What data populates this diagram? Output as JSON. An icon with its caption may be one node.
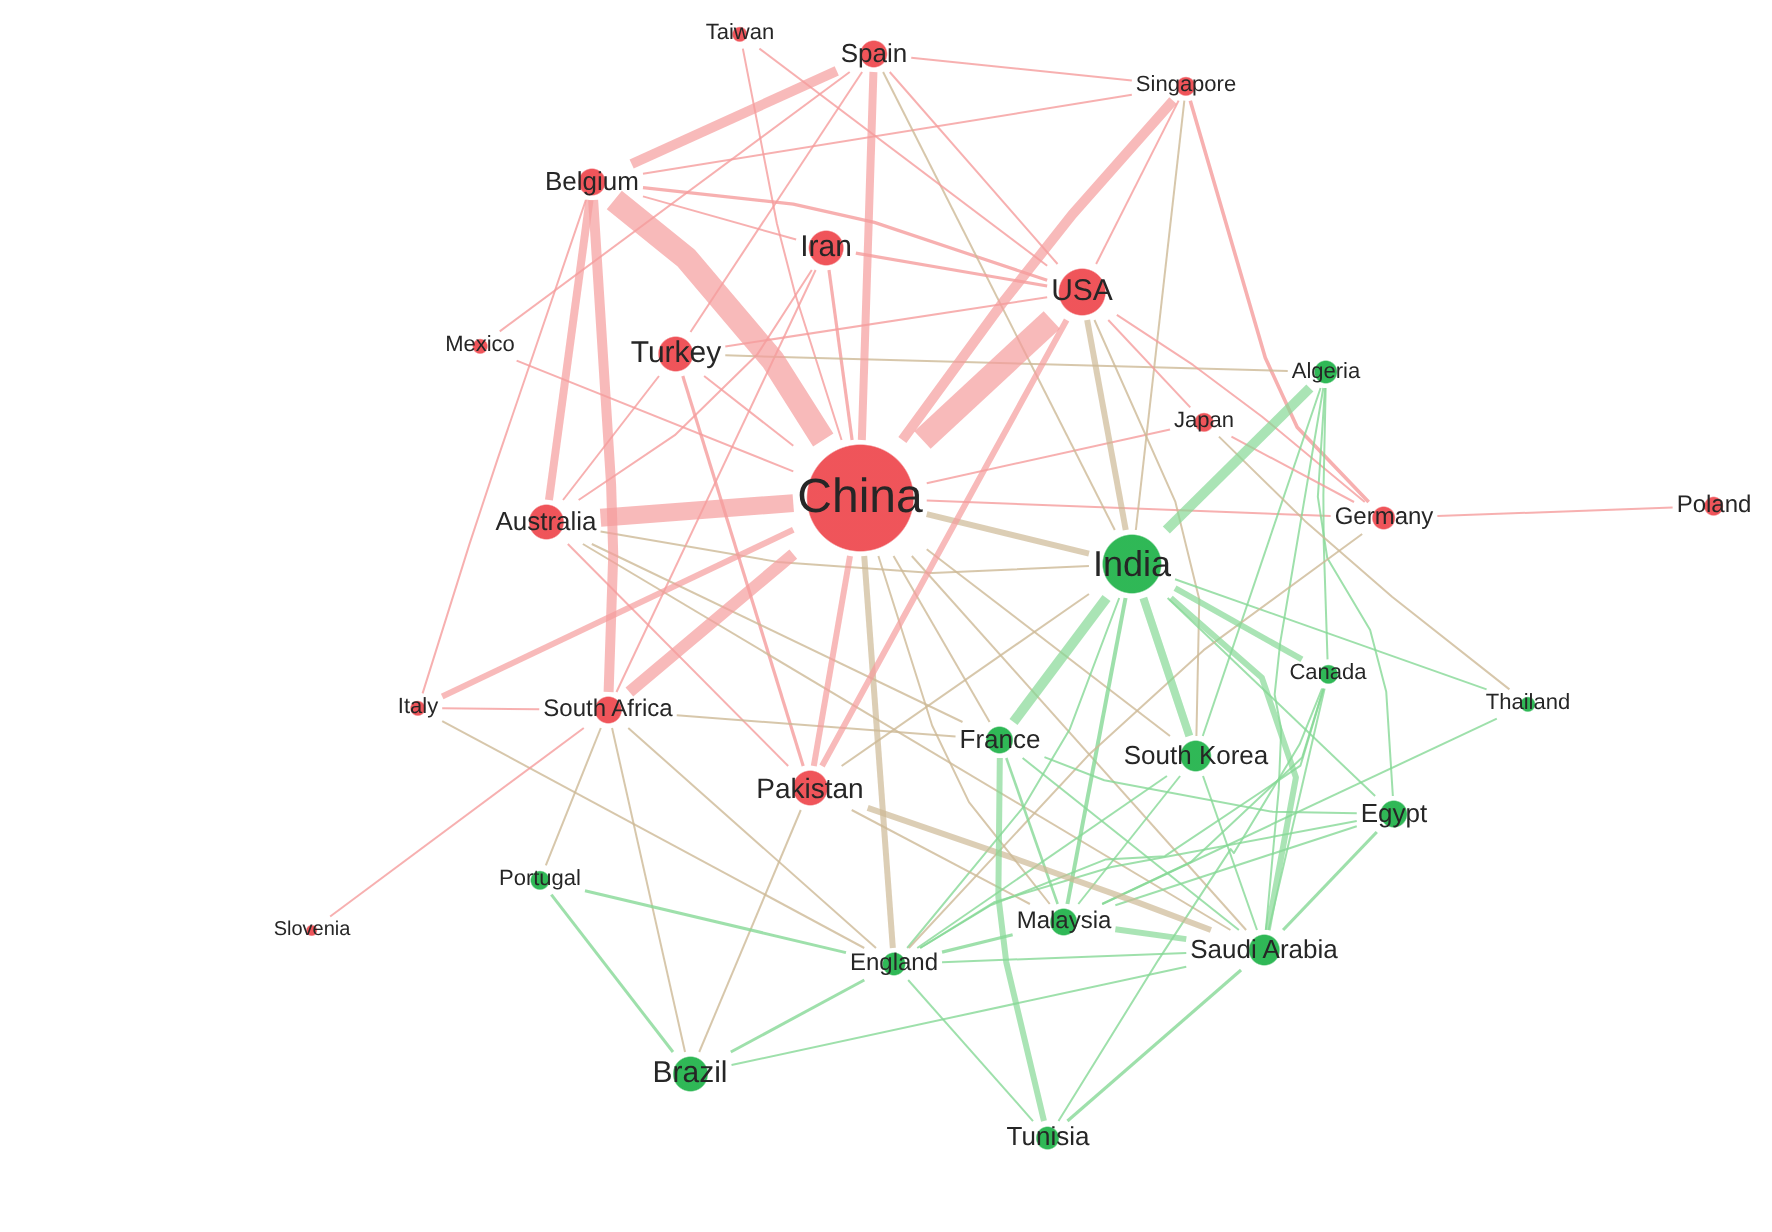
{
  "diagram": {
    "nodes": [
      {
        "text": [
          "Taiwan"
        ]
      },
      {
        "text": [
          "Spain"
        ]
      },
      {
        "text": [
          "Singapore"
        ]
      },
      {
        "text": [
          "Belgium"
        ]
      },
      {
        "text": [
          "Iran"
        ]
      },
      {
        "text": [
          "USA"
        ]
      },
      {
        "text": [
          "Mexico"
        ]
      },
      {
        "text": [
          "Turkey"
        ]
      },
      {
        "text": [
          "Algeria"
        ]
      },
      {
        "text": [
          "Japan"
        ]
      },
      {
        "text": [
          "China"
        ]
      },
      {
        "text": [
          "Poland"
        ]
      },
      {
        "text": [
          "Germany"
        ]
      },
      {
        "text": [
          "Australia"
        ]
      },
      {
        "text": [
          "India"
        ]
      },
      {
        "text": [
          "Canada"
        ]
      },
      {
        "text": [
          "Thailand"
        ]
      },
      {
        "text": [
          "Italy"
        ]
      },
      {
        "text": [
          "South Africa"
        ]
      },
      {
        "text": [
          "France"
        ]
      },
      {
        "text": [
          "South Korea"
        ]
      },
      {
        "text": [
          "Pakistan"
        ]
      },
      {
        "text": [
          "Egypt"
        ]
      },
      {
        "text": [
          "Portugal"
        ]
      },
      {
        "text": [
          "Slovenia"
        ]
      },
      {
        "text": [
          "Malaysia"
        ]
      },
      {
        "text": [
          "Saudi Arabia"
        ]
      },
      {
        "text": [
          "England"
        ]
      },
      {
        "text": [
          "Brazil"
        ]
      },
      {
        "text": [
          "Tunisia"
        ]
      }
    ],
    "edges": [
      {
        "from": 10,
        "to": 3,
        "arrow": "none",
        "style": "thick"
      },
      {
        "from": 10,
        "to": 5,
        "arrow": "none",
        "style": "thick"
      },
      {
        "from": 10,
        "to": 13,
        "arrow": "none",
        "style": "thick"
      },
      {
        "from": 10,
        "to": 1,
        "arrow": "none",
        "style": "thick"
      },
      {
        "from": 10,
        "to": 18,
        "arrow": "none",
        "style": "thick"
      },
      {
        "from": 10,
        "to": 2,
        "arrow": "none",
        "style": "thick"
      },
      {
        "from": 10,
        "to": 4,
        "arrow": "none"
      },
      {
        "from": 10,
        "to": 7,
        "arrow": "none"
      },
      {
        "from": 10,
        "to": 21,
        "arrow": "none",
        "style": "thick"
      },
      {
        "from": 10,
        "to": 14,
        "arrow": "none",
        "style": "thick",
        "color": "#cdb996"
      },
      {
        "from": 10,
        "to": 12,
        "arrow": "none"
      },
      {
        "from": 10,
        "to": 9,
        "arrow": "none"
      },
      {
        "from": 10,
        "to": 6,
        "arrow": "none"
      },
      {
        "from": 10,
        "to": 17,
        "arrow": "none",
        "style": "thick"
      },
      {
        "from": 10,
        "to": 27,
        "arrow": "none",
        "style": "thick",
        "color": "#cdb996"
      },
      {
        "from": 10,
        "to": 0,
        "arrow": "none"
      },
      {
        "from": 10,
        "to": 19,
        "arrow": "none",
        "color": "#cdb996"
      },
      {
        "from": 10,
        "to": 20,
        "arrow": "none",
        "color": "#cdb996"
      },
      {
        "from": 10,
        "to": 26,
        "arrow": "none",
        "color": "#cdb996"
      },
      {
        "from": 10,
        "to": 25,
        "arrow": "none",
        "color": "#cdb996"
      },
      {
        "from": 3,
        "to": 1,
        "arrow": "none",
        "style": "thick"
      },
      {
        "from": 3,
        "to": 13,
        "arrow": "none",
        "style": "thick"
      },
      {
        "from": 3,
        "to": 18,
        "arrow": "none",
        "style": "thick"
      },
      {
        "from": 3,
        "to": 5,
        "arrow": "none"
      },
      {
        "from": 3,
        "to": 4,
        "arrow": "none"
      },
      {
        "from": 3,
        "to": 17,
        "arrow": "none"
      },
      {
        "from": 3,
        "to": 2,
        "arrow": "none"
      },
      {
        "from": 1,
        "to": 2,
        "arrow": "none"
      },
      {
        "from": 1,
        "to": 6,
        "arrow": "none"
      },
      {
        "from": 1,
        "to": 7,
        "arrow": "none"
      },
      {
        "from": 1,
        "to": 5,
        "arrow": "none"
      },
      {
        "from": 1,
        "to": 14,
        "arrow": "none",
        "color": "#cdb996"
      },
      {
        "from": 0,
        "to": 5,
        "arrow": "none"
      },
      {
        "from": 2,
        "to": 12,
        "arrow": "none"
      },
      {
        "from": 2,
        "to": 14,
        "arrow": "none",
        "color": "#cdb996"
      },
      {
        "from": 2,
        "to": 5,
        "arrow": "none"
      },
      {
        "from": 4,
        "to": 5,
        "arrow": "none"
      },
      {
        "from": 4,
        "to": 13,
        "arrow": "none"
      },
      {
        "from": 4,
        "to": 18,
        "arrow": "none"
      },
      {
        "from": 7,
        "to": 5,
        "arrow": "none"
      },
      {
        "from": 7,
        "to": 21,
        "arrow": "none"
      },
      {
        "from": 7,
        "to": 13,
        "arrow": "none"
      },
      {
        "from": 7,
        "to": 8,
        "arrow": "none",
        "color": "#cdb996"
      },
      {
        "from": 5,
        "to": 14,
        "arrow": "none",
        "style": "thick",
        "color": "#cdb996"
      },
      {
        "from": 5,
        "to": 21,
        "arrow": "none",
        "style": "thick"
      },
      {
        "from": 5,
        "to": 12,
        "arrow": "none"
      },
      {
        "from": 5,
        "to": 9,
        "arrow": "none"
      },
      {
        "from": 5,
        "to": 20,
        "arrow": "none",
        "color": "#cdb996"
      },
      {
        "from": 13,
        "to": 21,
        "arrow": "none"
      },
      {
        "from": 13,
        "to": 14,
        "arrow": "none",
        "color": "#cdb996"
      },
      {
        "from": 13,
        "to": 19,
        "arrow": "none",
        "color": "#cdb996"
      },
      {
        "from": 13,
        "to": 26,
        "arrow": "none",
        "color": "#cdb996"
      },
      {
        "from": 14,
        "to": 8,
        "arrow": "none",
        "style": "thick",
        "color": "#86d896"
      },
      {
        "from": 14,
        "to": 19,
        "arrow": "none",
        "style": "thick",
        "color": "#86d896"
      },
      {
        "from": 14,
        "to": 20,
        "arrow": "none",
        "style": "thick",
        "color": "#86d896"
      },
      {
        "from": 14,
        "to": 26,
        "arrow": "none",
        "style": "thick",
        "color": "#86d896"
      },
      {
        "from": 14,
        "to": 25,
        "arrow": "none",
        "color": "#86d896"
      },
      {
        "from": 14,
        "to": 15,
        "arrow": "none",
        "style": "thick",
        "color": "#86d896"
      },
      {
        "from": 14,
        "to": 22,
        "arrow": "none",
        "color": "#86d896"
      },
      {
        "from": 14,
        "to": 21,
        "arrow": "none",
        "color": "#cdb996"
      },
      {
        "from": 14,
        "to": 16,
        "arrow": "none",
        "color": "#86d896"
      },
      {
        "from": 14,
        "to": 27,
        "arrow": "none",
        "color": "#86d896"
      },
      {
        "from": 8,
        "to": 15,
        "arrow": "none",
        "color": "#86d896"
      },
      {
        "from": 8,
        "to": 20,
        "arrow": "none",
        "color": "#86d896"
      },
      {
        "from": 8,
        "to": 26,
        "arrow": "none",
        "color": "#86d896"
      },
      {
        "from": 8,
        "to": 22,
        "arrow": "none",
        "color": "#86d896"
      },
      {
        "from": 9,
        "to": 12,
        "arrow": "none"
      },
      {
        "from": 9,
        "to": 16,
        "arrow": "none",
        "color": "#cdb996"
      },
      {
        "from": 12,
        "to": 11,
        "arrow": "none"
      },
      {
        "from": 12,
        "to": 27,
        "arrow": "none",
        "color": "#cdb996"
      },
      {
        "from": 15,
        "to": 25,
        "arrow": "none",
        "color": "#86d896"
      },
      {
        "from": 15,
        "to": 26,
        "arrow": "none",
        "color": "#86d896"
      },
      {
        "from": 15,
        "to": 27,
        "arrow": "none",
        "color": "#86d896"
      },
      {
        "from": 16,
        "to": 25,
        "arrow": "none",
        "color": "#86d896"
      },
      {
        "from": 17,
        "to": 18,
        "arrow": "none"
      },
      {
        "from": 17,
        "to": 27,
        "arrow": "none",
        "color": "#cdb996"
      },
      {
        "from": 24,
        "to": 18,
        "arrow": "none"
      },
      {
        "from": 18,
        "to": 23,
        "arrow": "none",
        "color": "#cdb996"
      },
      {
        "from": 18,
        "to": 28,
        "arrow": "none",
        "color": "#cdb996"
      },
      {
        "from": 18,
        "to": 27,
        "arrow": "none",
        "color": "#cdb996"
      },
      {
        "from": 18,
        "to": 19,
        "arrow": "none",
        "color": "#cdb996"
      },
      {
        "from": 21,
        "to": 26,
        "arrow": "none",
        "style": "thick",
        "color": "#cdb996"
      },
      {
        "from": 21,
        "to": 28,
        "arrow": "none",
        "color": "#cdb996"
      },
      {
        "from": 21,
        "to": 25,
        "arrow": "none",
        "color": "#cdb996"
      },
      {
        "from": 19,
        "to": 29,
        "arrow": "none",
        "style": "thick",
        "color": "#86d896"
      },
      {
        "from": 19,
        "to": 25,
        "arrow": "none",
        "color": "#86d896"
      },
      {
        "from": 19,
        "to": 22,
        "arrow": "none",
        "color": "#86d896"
      },
      {
        "from": 19,
        "to": 26,
        "arrow": "none",
        "color": "#86d896"
      },
      {
        "from": 20,
        "to": 26,
        "arrow": "none",
        "color": "#86d896"
      },
      {
        "from": 20,
        "to": 25,
        "arrow": "none",
        "color": "#86d896"
      },
      {
        "from": 20,
        "to": 27,
        "arrow": "none",
        "color": "#86d896"
      },
      {
        "from": 22,
        "to": 26,
        "arrow": "none",
        "color": "#86d896"
      },
      {
        "from": 22,
        "to": 25,
        "arrow": "none",
        "color": "#86d896"
      },
      {
        "from": 22,
        "to": 27,
        "arrow": "none",
        "color": "#86d896"
      },
      {
        "from": 23,
        "to": 28,
        "arrow": "none",
        "color": "#86d896"
      },
      {
        "from": 23,
        "to": 27,
        "arrow": "none",
        "color": "#86d896"
      },
      {
        "from": 25,
        "to": 26,
        "arrow": "none",
        "style": "thick",
        "color": "#86d896"
      },
      {
        "from": 25,
        "to": 27,
        "arrow": "none",
        "color": "#86d896"
      },
      {
        "from": 26,
        "to": 29,
        "arrow": "none",
        "color": "#86d896"
      },
      {
        "from": 26,
        "to": 27,
        "arrow": "none",
        "color": "#86d896"
      },
      {
        "from": 26,
        "to": 28,
        "arrow": "none",
        "color": "#86d896"
      },
      {
        "from": 27,
        "to": 28,
        "arrow": "none",
        "color": "#86d896"
      },
      {
        "from": 27,
        "to": 29,
        "arrow": "none",
        "color": "#86d896"
      },
      {
        "from": 29,
        "to": 15,
        "arrow": "none",
        "color": "#86d896"
      }
    ]
  }
}
